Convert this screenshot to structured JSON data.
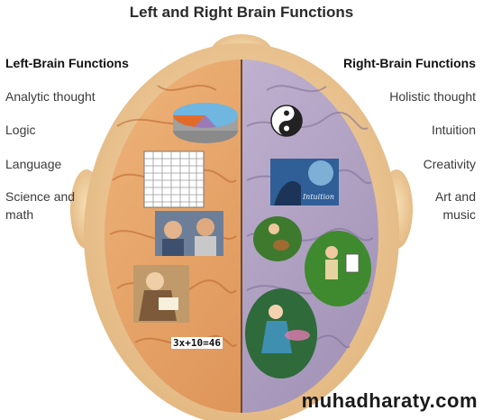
{
  "title": "Left and Right Brain Functions",
  "left": {
    "heading": "Left-Brain Functions",
    "items": [
      "Analytic thought",
      "Logic",
      "Language",
      "Science and math"
    ]
  },
  "right": {
    "heading": "Right-Brain Functions",
    "items": [
      "Holistic thought",
      "Intuition",
      "Creativity",
      "Art and music"
    ]
  },
  "equation": "3x+10=46",
  "picture_label": "Intuition",
  "watermark": "muhadharaty.com",
  "colors": {
    "left_hemisphere": "#e6a063",
    "right_hemisphere": "#b8a8c8",
    "head": "#f0d2a0"
  },
  "icons": [
    "pie-chart-icon",
    "yin-yang-icon",
    "grid-table-icon",
    "listening-figures-image",
    "reading-woman-image",
    "intuition-image",
    "guitar-player-image",
    "painter-image",
    "fairy-image"
  ]
}
